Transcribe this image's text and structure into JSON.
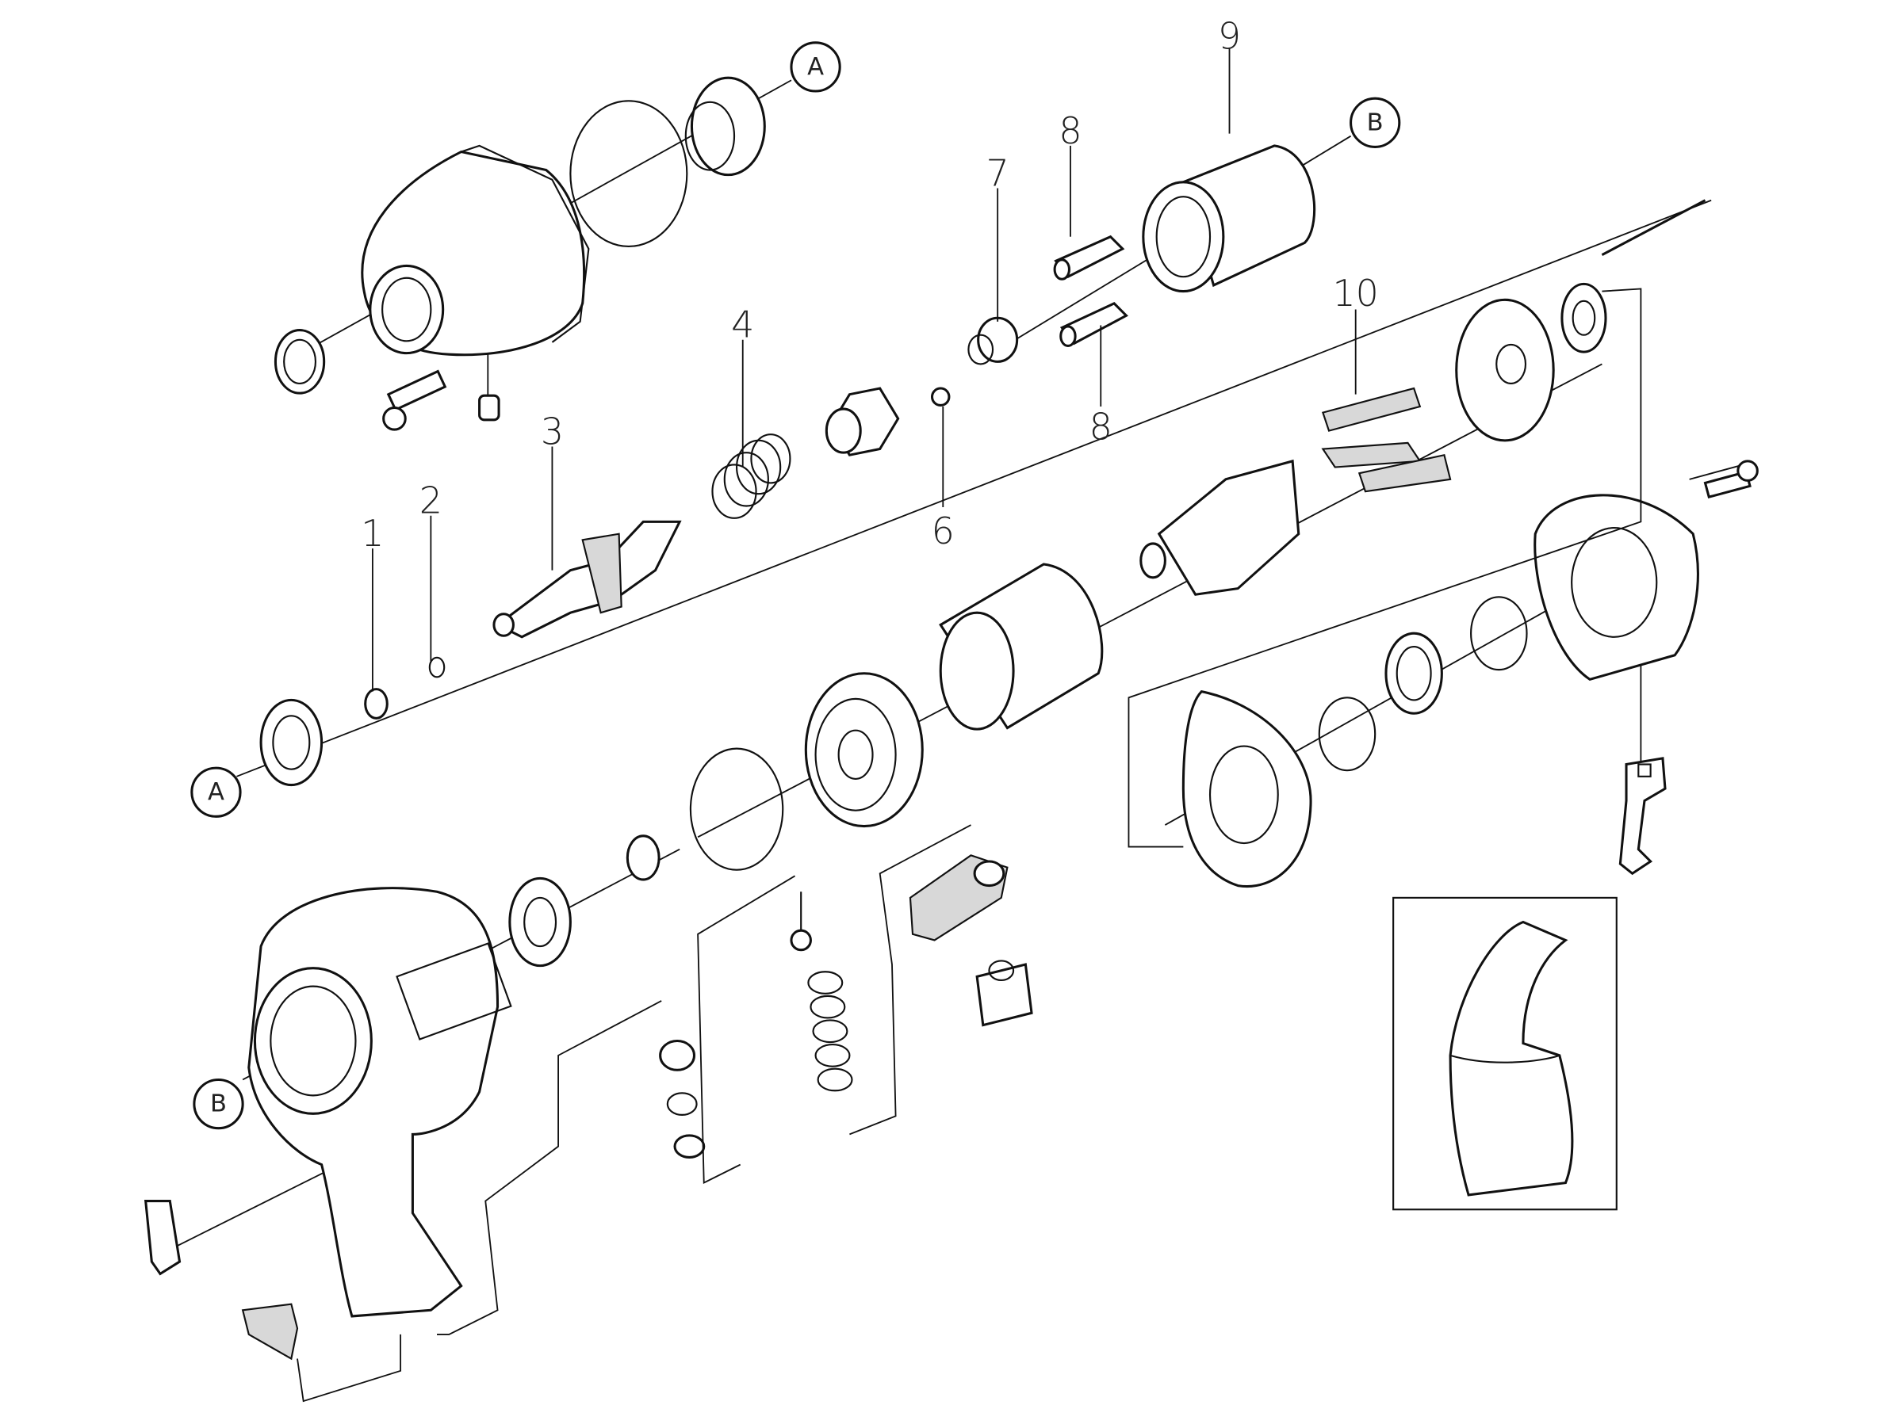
{
  "diagram": {
    "type": "exploded parts view",
    "part_numbers": [
      {
        "id": "1",
        "label": "1"
      },
      {
        "id": "2",
        "label": "2"
      },
      {
        "id": "3",
        "label": "3"
      },
      {
        "id": "4",
        "label": "4"
      },
      {
        "id": "6",
        "label": "6"
      },
      {
        "id": "7",
        "label": "7"
      },
      {
        "id": "8a",
        "label": "8"
      },
      {
        "id": "8b",
        "label": "8"
      },
      {
        "id": "9",
        "label": "9"
      },
      {
        "id": "10",
        "label": "10"
      }
    ],
    "connectors": [
      {
        "id": "A-top",
        "label": "A"
      },
      {
        "id": "B-top",
        "label": "B"
      },
      {
        "id": "A-left",
        "label": "A"
      },
      {
        "id": "B-lower",
        "label": "B"
      }
    ],
    "line_color": "#111111",
    "background": "#ffffff"
  }
}
